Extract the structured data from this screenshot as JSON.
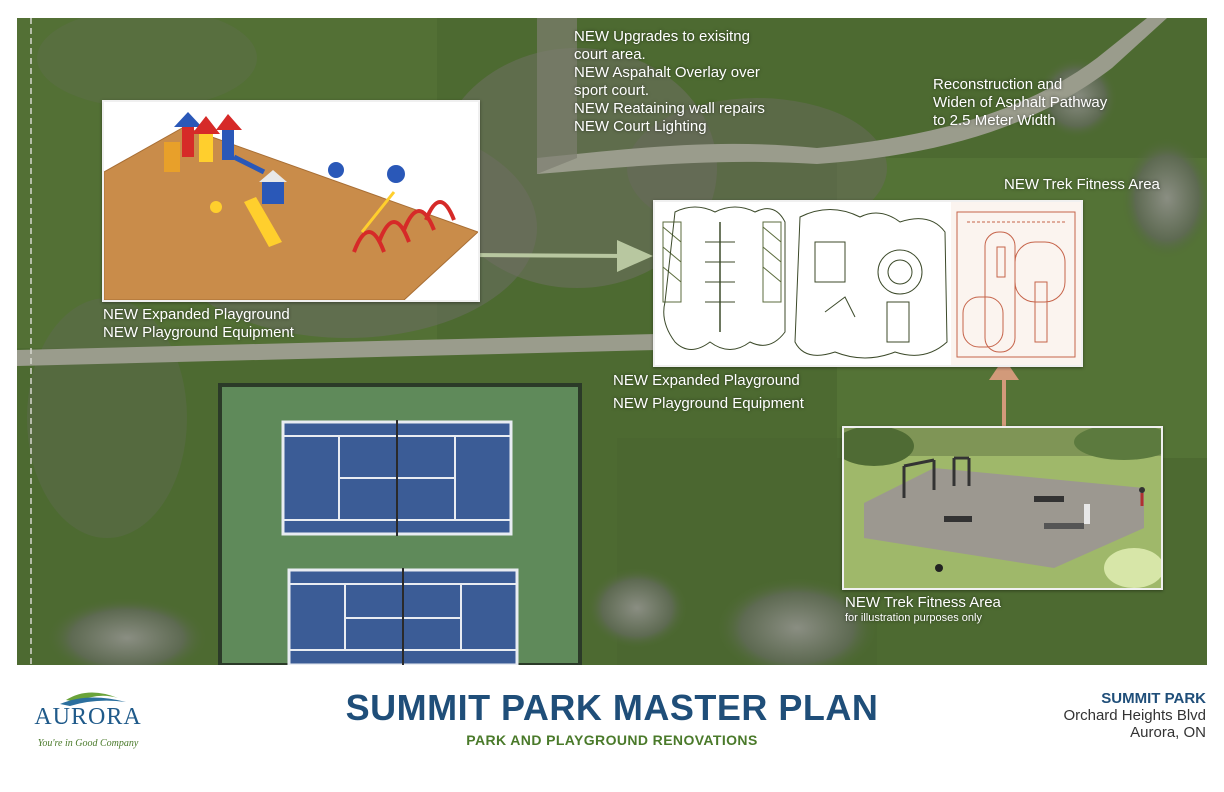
{
  "annotations": {
    "court_upgrades": [
      "NEW Upgrades to exisitng",
      "court area.",
      "NEW Aspahalt Overlay over",
      "sport court.",
      "NEW Reataining wall repairs",
      "NEW Court Lighting"
    ],
    "pathway": [
      "Reconstruction and",
      "Widen of Asphalt Pathway",
      "to 2.5 Meter Width"
    ],
    "trek_top": "NEW Trek Fitness Area",
    "playground_left": [
      "NEW Expanded Playground",
      "NEW Playground Equipment"
    ],
    "playground_center": [
      "NEW Expanded Playground",
      "NEW Playground Equipment"
    ],
    "trek_bottom": "NEW Trek Fitness Area",
    "trek_note": "for illustration purposes only"
  },
  "footer": {
    "title": "SUMMIT PARK MASTER PLAN",
    "subtitle": "PARK AND PLAYGROUND RENOVATIONS",
    "address": {
      "park": "SUMMIT PARK",
      "street": "Orchard Heights Blvd",
      "city": "Aurora, ON"
    }
  },
  "logo": {
    "name": "AURORA",
    "tagline": "You're in Good Company"
  },
  "colors": {
    "title": "#1f4e79",
    "subtitle": "#4a7a2a",
    "grass": "#4f6b34",
    "court_blue": "#3b5c96",
    "court_green": "#5f8a5a",
    "arrow_green": "#b8c7a0",
    "arrow_orange": "#d29a7a"
  },
  "icons": [
    "playground-render",
    "site-plan-drawing",
    "fitness-render",
    "aurora-logo"
  ]
}
